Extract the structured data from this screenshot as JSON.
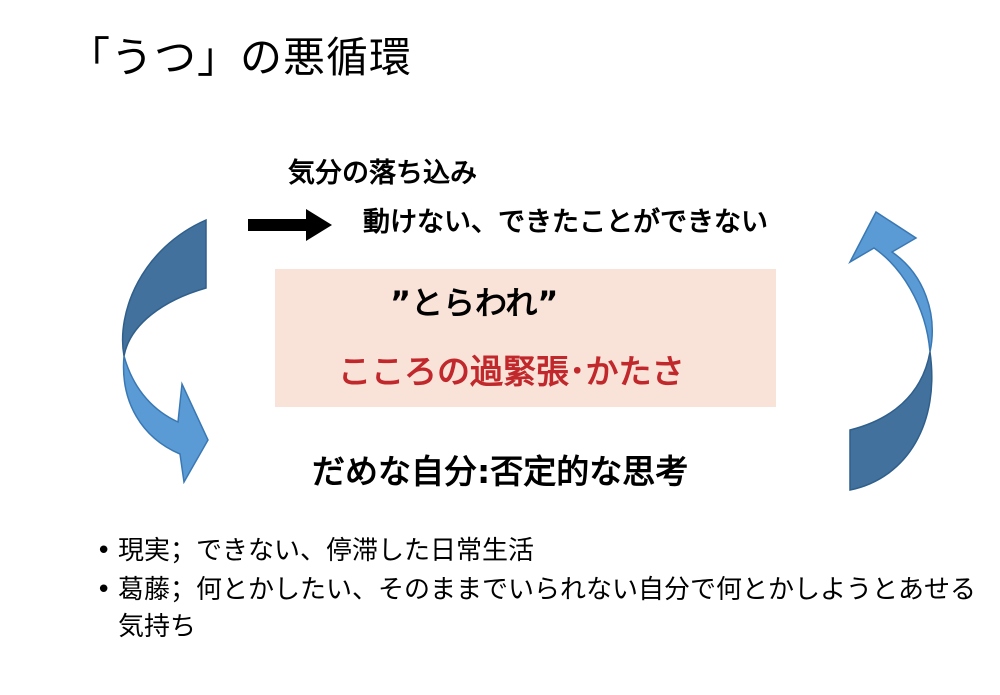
{
  "title": "「うつ」の悪循環",
  "diagram": {
    "mood_drop": "気分の落ち込み",
    "cannot_act": "動けない、できたことができない",
    "box": {
      "torawa": "”とらわれ”",
      "tension": "こころの過緊張･かたさ"
    },
    "negative_self": "だめな自分:否定的な思考"
  },
  "bullets": [
    {
      "marker": "•",
      "text": "現実；できない、停滞した日常生活"
    },
    {
      "marker": "•",
      "text": "葛藤；何とかしたい、そのままでいられない自分で何とかしようとあせる気持ち"
    }
  ],
  "colors": {
    "arrow_light": "#5b9bd5",
    "arrow_dark": "#41719c",
    "box_fill": "#f9e2d8",
    "accent_text": "#c0282c"
  }
}
